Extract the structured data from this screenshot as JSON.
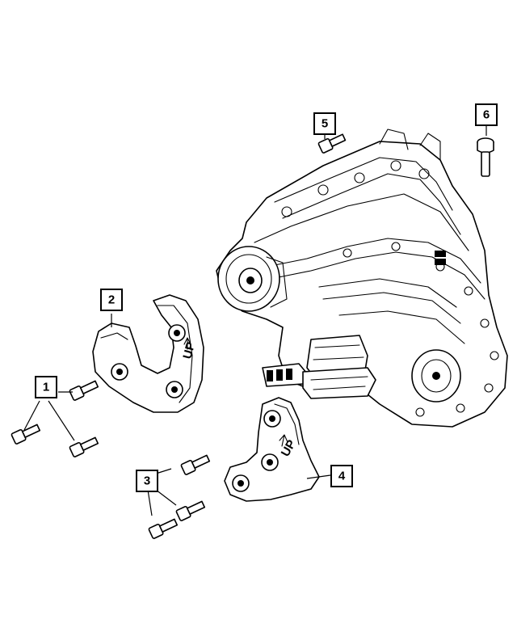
{
  "diagram": {
    "callouts": [
      {
        "id": "1",
        "label": "1"
      },
      {
        "id": "2",
        "label": "2"
      },
      {
        "id": "3",
        "label": "3"
      },
      {
        "id": "4",
        "label": "4"
      },
      {
        "id": "5",
        "label": "5"
      },
      {
        "id": "6",
        "label": "6"
      }
    ],
    "shield_markings": {
      "left_shield": "UP",
      "right_shield": "UP"
    }
  }
}
